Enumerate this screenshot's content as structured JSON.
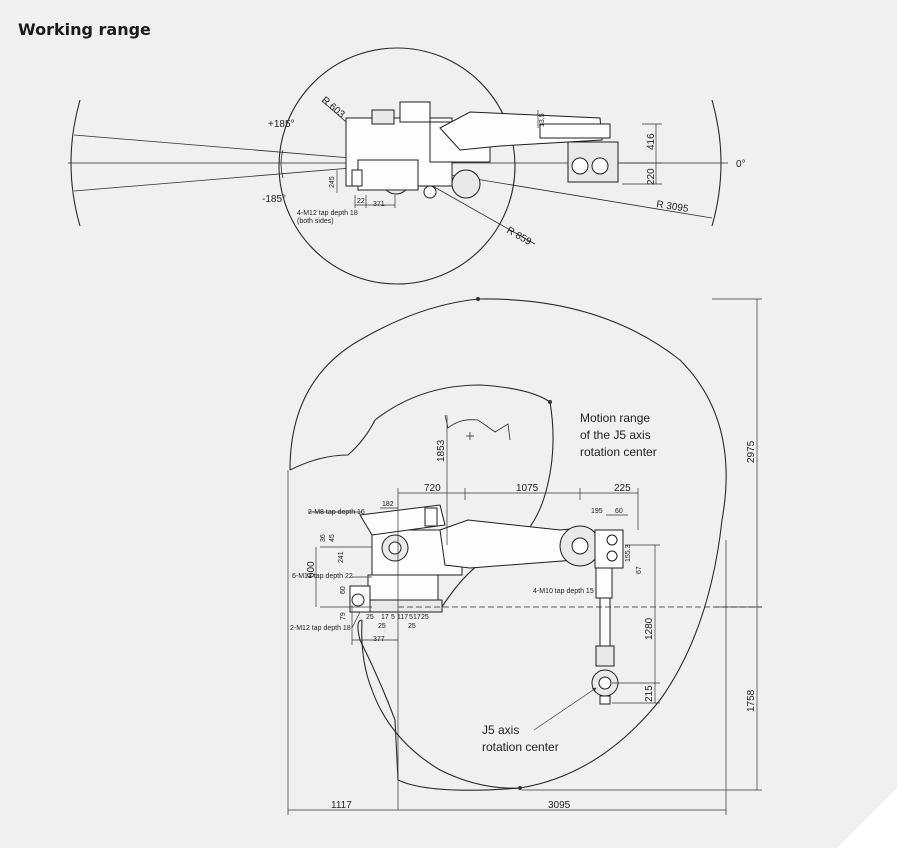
{
  "title": "Working range",
  "top_view": {
    "angle_pos": "+185°",
    "angle_neg": "-185°",
    "angle_zero": "0°",
    "r603": "R 603",
    "r859": "R 859",
    "r3095": "R 3095",
    "d135": "13,5",
    "d416": "416",
    "d220": "220",
    "d245": "245",
    "d22": "22",
    "d371": "371",
    "tap_note_1": "4-M12 tap depth 18",
    "tap_note_2": "(both sides)"
  },
  "side_view": {
    "motion_note_1": "Motion range",
    "motion_note_2": "of the J5 axis",
    "motion_note_3": "rotation center",
    "j5_note_1": "J5 axis",
    "j5_note_2": "rotation center",
    "d1853": "1853",
    "d720": "720",
    "d1075": "1075",
    "d225": "225",
    "d182": "182",
    "d195": "195",
    "d60": "60",
    "d2975": "2975",
    "d1758": "1758",
    "d1280": "1280",
    "d215": "215",
    "d600": "600",
    "d241": "241",
    "d36": "36",
    "d45": "45",
    "d60b": "60",
    "d79": "79",
    "d1553": "155.3",
    "d67": "67",
    "d377": "377",
    "d1117": "1117",
    "d3095": "3095",
    "bottom_dims_1": [
      "25",
      "17",
      "5",
      "117",
      "5",
      "17",
      "25"
    ],
    "bottom_dims_2": [
      "25",
      "25"
    ],
    "tap_m8": "2-M8 tap depth 16",
    "tap_m12a": "6-M12 tap depth 22",
    "tap_m12b": "2-M12 tap depth 18",
    "tap_m10": "4-M10 tap depth 15"
  }
}
